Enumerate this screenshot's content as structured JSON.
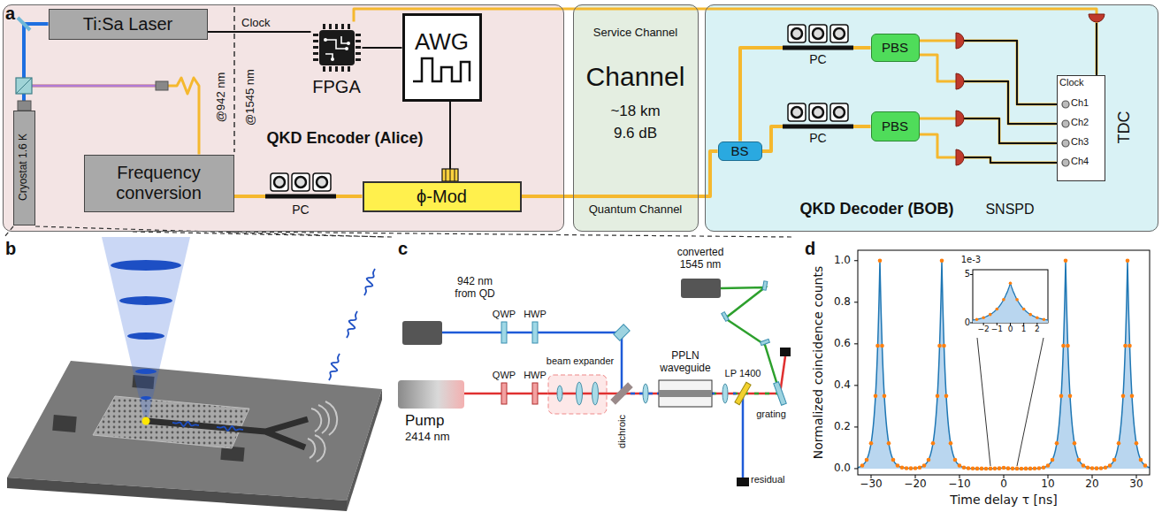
{
  "diagram": {
    "nodes": [
      {
        "text": [
          "QKD Encoder (Alice)"
        ]
      },
      {
        "text": [
          "Ti:Sa Laser"
        ],
        "in": 0
      },
      {
        "text": [
          "Cryostat 1.6 K"
        ],
        "in": 0
      },
      {
        "text": [
          "Frequency conversion"
        ],
        "in": 0
      },
      {
        "text": [
          "FPGA"
        ],
        "in": 0
      },
      {
        "text": [
          "AWG"
        ],
        "in": 0
      },
      {
        "text": [
          "ϕ-Mod"
        ],
        "in": 0
      },
      {
        "text": [
          "Service Channel",
          "Channel",
          "~18 km",
          "9.6 dB",
          "Quantum Channel"
        ]
      },
      {
        "text": [
          "QKD Decoder (BOB)"
        ]
      },
      {
        "text": [
          "BS"
        ],
        "in": 8
      },
      {
        "text": [
          "PBS"
        ],
        "in": 8
      },
      {
        "text": [
          "PBS"
        ],
        "in": 8
      },
      {
        "text": [
          "Clock",
          "Ch1",
          "Ch2",
          "Ch3",
          "Ch4",
          "TDC"
        ],
        "in": 8
      }
    ],
    "edges": [
      {
        "from": 1,
        "to": 4,
        "arrow": "none",
        "label": "Clock"
      },
      {
        "from": 4,
        "to": 5,
        "arrow": "none"
      },
      {
        "from": 5,
        "to": 6,
        "arrow": "none"
      },
      {
        "from": 2,
        "to": 3,
        "arrow": "none"
      },
      {
        "from": 1,
        "to": 2,
        "arrow": "none"
      },
      {
        "from": 3,
        "to": 6,
        "arrow": "none"
      },
      {
        "from": 6,
        "to": 9,
        "arrow": "none"
      },
      {
        "from": 4,
        "to": 12,
        "arrow": "none"
      },
      {
        "from": 9,
        "to": 10,
        "arrow": "none"
      },
      {
        "from": 9,
        "to": 11,
        "arrow": "none"
      },
      {
        "from": 10,
        "to": 12,
        "arrow": "none"
      },
      {
        "from": 10,
        "to": 12,
        "arrow": "none"
      },
      {
        "from": 11,
        "to": 12,
        "arrow": "none"
      },
      {
        "from": 11,
        "to": 12,
        "arrow": "none"
      }
    ],
    "labels": [
      "a",
      "@942 nm",
      "@1545 nm",
      "PC",
      "PC",
      "PC",
      "SNSPD",
      "b",
      "c",
      "942 nm from QD",
      "QWP",
      "HWP",
      "Pump",
      "2414 nm",
      "QWP",
      "HWP",
      "beam expander",
      "dichroic",
      "PPLN waveguide",
      "LP 1400",
      "residual",
      "grating",
      "converted 1545 nm",
      "d",
      "Normalized coincidence counts",
      "Time delay τ [ns]",
      "0.0",
      "0.2",
      "0.4",
      "0.6",
      "0.8",
      "1.0",
      "−30",
      "−20",
      "−10",
      "0",
      "10",
      "20",
      "30",
      "1e-3",
      "5",
      "0",
      "−2",
      "−1",
      "0",
      "1",
      "2"
    ]
  }
}
